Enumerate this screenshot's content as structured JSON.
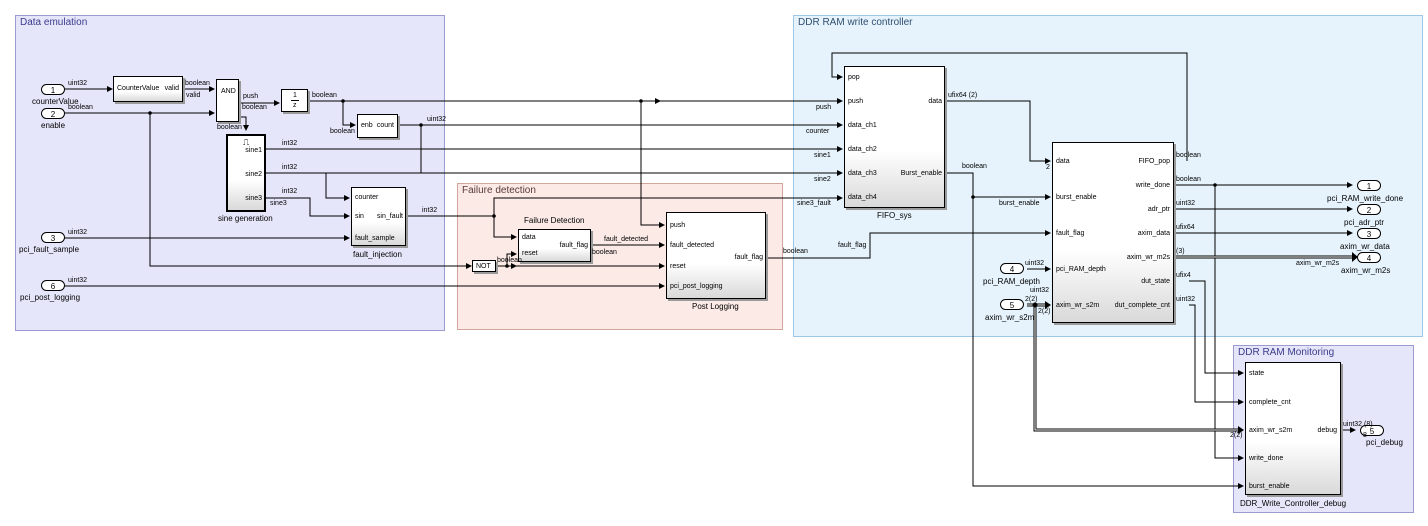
{
  "areas": {
    "data_emulation": "Data emulation",
    "failure_detection": "Failure detection",
    "ddr_write_controller": "DDR RAM write controller",
    "ddr_monitoring": "DDR RAM Monitoring"
  },
  "inports": [
    {
      "num": "1",
      "name": "counterValue",
      "type": "uint32"
    },
    {
      "num": "2",
      "name": "enable",
      "type": "boolean"
    },
    {
      "num": "3",
      "name": "pci_fault_sample",
      "type": "uint32"
    },
    {
      "num": "6",
      "name": "pci_post_logging",
      "type": "uint32"
    },
    {
      "num": "4",
      "name": "pci_RAM_depth",
      "type": "uint32"
    },
    {
      "num": "5",
      "name": "axim_wr_s2m",
      "type": "uint32"
    }
  ],
  "outports": [
    {
      "num": "1",
      "name": "pci_RAM_write_done"
    },
    {
      "num": "2",
      "name": "pci_adr_ptr"
    },
    {
      "num": "3",
      "name": "axim_wr_data"
    },
    {
      "num": "4",
      "name": "axim_wr_m2s"
    },
    {
      "num": "5",
      "name": "pci_debug"
    }
  ],
  "blocks": {
    "countervalue": {
      "name": "CounterValue",
      "port": "valid"
    },
    "and": {
      "name": "AND"
    },
    "delay": {
      "num": "1",
      "den": "z"
    },
    "counter": {
      "in": "enb",
      "out": "count"
    },
    "sine": {
      "name": "sine generation",
      "ports": [
        "sine1",
        "sine2",
        "sine3"
      ],
      "icon": "⎍"
    },
    "fault_injection": {
      "name": "fault_injection",
      "ports": [
        "counter",
        "sin",
        "fault_sample"
      ],
      "out": "sin_fault"
    },
    "failure_detection": {
      "name": "Failure Detection",
      "ports": [
        "data",
        "reset"
      ],
      "out": "fault_flag"
    },
    "not": {
      "name": "NOT"
    },
    "post_logging": {
      "name": "Post Logging",
      "ports": [
        "push",
        "fault_detected",
        "reset",
        "pci_post_logging"
      ],
      "out": "fault_flag"
    },
    "fifo": {
      "name": "FIFO_sys",
      "ports": [
        "pop",
        "push",
        "data_ch1",
        "data_ch2",
        "data_ch3",
        "data_ch4"
      ],
      "outs": [
        "data",
        "Burst_enable"
      ]
    },
    "ctrl": {
      "ports": [
        "data",
        "burst_enable",
        "fault_flag",
        "pci_RAM_depth",
        "axim_wr_s2m"
      ],
      "outs": [
        "FIFO_pop",
        "write_done",
        "adr_ptr",
        "axim_data",
        "axim_wr_m2s",
        "dut_state",
        "dut_complete_cnt"
      ]
    },
    "debug": {
      "name": "DDR_Write_Controller_debug",
      "ports": [
        "state",
        "complete_cnt",
        "axim_wr_s2m",
        "write_done",
        "burst_enable"
      ],
      "out": "debug"
    }
  },
  "signals": {
    "boolean": "boolean",
    "uint32": "uint32",
    "int32": "int32",
    "valid": "valid",
    "push": "push",
    "ufix64_2": "ufix64 (2)",
    "ufix64": "ufix64",
    "ufix4": "ufix4",
    "uint32_8": "uint32 (8)",
    "counter": "counter",
    "sine1": "sine1",
    "sine2": "sine2",
    "sine3": "sine3",
    "sine3_fault": "sine3_fault",
    "fault_flag": "fault_flag",
    "burst_enable": "burst_enable",
    "fault_detected": "fault_detected",
    "axim_wr_m2s": "axim_wr_m2s",
    "three": "(3)",
    "two": "2",
    "eight": "8",
    "two_paren": "2(2)"
  }
}
